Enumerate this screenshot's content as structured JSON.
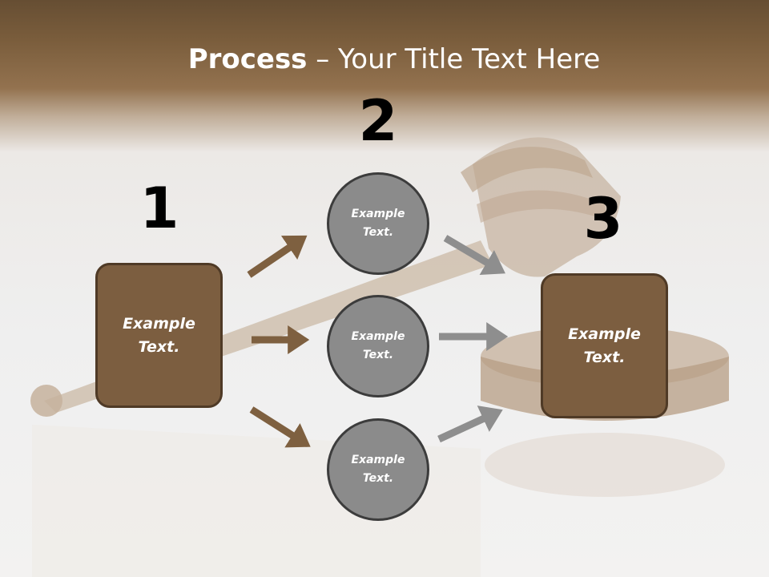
{
  "title": {
    "bold": "Process",
    "rest": " – Your Title Text Here"
  },
  "steps": [
    {
      "number": "1",
      "text_line1": "Example",
      "text_line2": "Text."
    },
    {
      "number": "2"
    },
    {
      "number": "3",
      "text_line1": "Example",
      "text_line2": "Text."
    }
  ],
  "circles": [
    {
      "text_line1": "Example",
      "text_line2": "Text."
    },
    {
      "text_line1": "Example",
      "text_line2": "Text."
    },
    {
      "text_line1": "Example",
      "text_line2": "Text."
    }
  ],
  "colors": {
    "brown_box": "#7c5e40",
    "brown_arrow": "#7e6040",
    "gray_circle": "#8b8b8b",
    "gray_arrow": "#8e8e8e"
  }
}
